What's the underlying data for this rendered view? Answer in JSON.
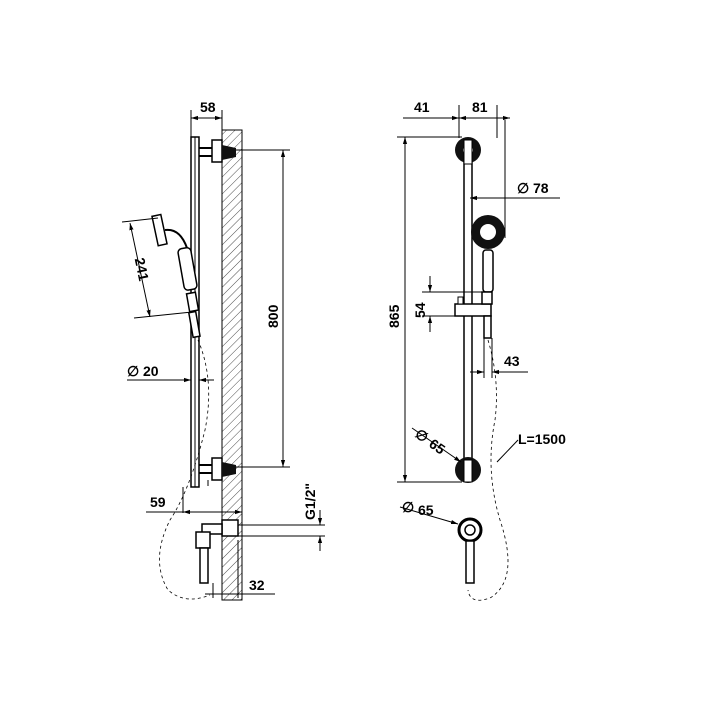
{
  "side_view": {
    "dim_depth": "58",
    "dim_hose_slider": "241",
    "dim_rail_length": "800",
    "dim_rail_diameter_symbol": "∅",
    "dim_rail_diameter": "20",
    "dim_outlet_offset": "59",
    "dim_thread": "G1/2\"",
    "dim_wall_depth": "32"
  },
  "front_view": {
    "dim_left": "41",
    "dim_right": "81",
    "dim_head_symbol": "∅",
    "dim_head": "78",
    "dim_overall": "865",
    "dim_slider": "54",
    "dim_handle": "43",
    "dim_bracket_symbol": "∅",
    "dim_bracket": "65",
    "dim_hose": "L=1500",
    "dim_outlet_symbol": "∅",
    "dim_outlet": "65"
  }
}
